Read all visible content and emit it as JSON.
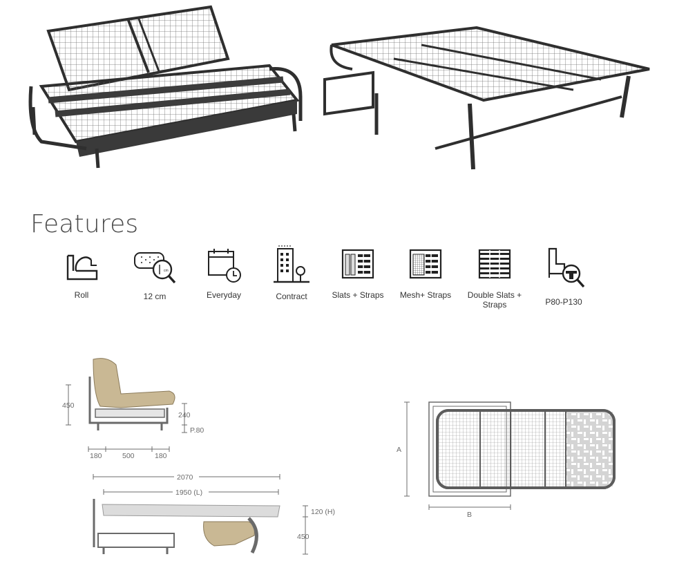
{
  "section_title": "Features",
  "features": [
    {
      "label": "Roll",
      "icon": "roll-mechanism-icon"
    },
    {
      "label": "12 cm",
      "icon": "mattress-thickness-icon"
    },
    {
      "label": "Everyday",
      "icon": "everyday-calendar-icon"
    },
    {
      "label": "Contract",
      "icon": "contract-building-icon"
    },
    {
      "label": "Slats + Straps",
      "icon": "slats-straps-icon"
    },
    {
      "label": "Mesh+ Straps",
      "icon": "mesh-straps-icon"
    },
    {
      "label": "Double Slats + Straps",
      "icon": "double-slats-straps-icon"
    },
    {
      "label": "P80-P130",
      "icon": "seat-depth-icon"
    }
  ],
  "dimensions_side": {
    "height": "450",
    "seat_height": "240",
    "depth_code": "P.80",
    "arm_left": "180",
    "seat_width": "500",
    "arm_right": "180"
  },
  "dimensions_open": {
    "total_length": "2070",
    "bed_length": "1950 (L)",
    "mattress_height": "120 (H)",
    "frame_height": "450"
  },
  "dimensions_top": {
    "a_label": "A",
    "b_label": "B"
  }
}
